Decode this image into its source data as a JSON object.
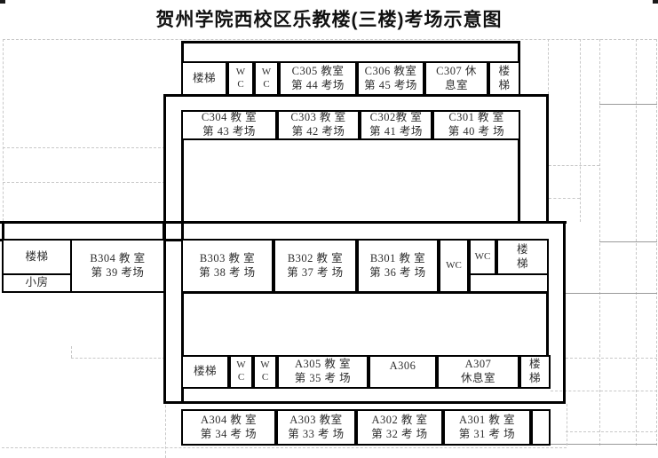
{
  "title": "贺州学院西校区乐教楼(三楼)考场示意图",
  "colors": {
    "wall": "#000000",
    "grid_dashed": "#c8c8c8",
    "grid_solid": "#9a9a9a",
    "text": "#2e2e2e"
  },
  "rooms": {
    "c_stairs_left": "楼梯",
    "c_wc1": "W\nC",
    "c_wc2": "W\nC",
    "c305": "C305 教室\n第 44 考场",
    "c306": "C306 教室\n第 45 考场",
    "c307": "C307 休\n息室",
    "c_stairs_right": "楼\n梯",
    "c304": "C304 教 室\n第 43 考场",
    "c303": "C303 教 室\n第 42 考场",
    "c302": "C302教 室\n第 41 考场",
    "c301": "C301 教 室\n第 40 考 场",
    "w_stairs": "楼梯",
    "w_small_room": "小房",
    "b304": "B304 教 室\n第 39 考场",
    "b303": "B303 教 室\n第 38 考 场",
    "b302": "B302 教 室\n第 37 考 场",
    "b301": "B301 教 室\n第 36 考 场",
    "b_wc1": "WC",
    "b_wc2": "WC",
    "b_stairs_right": "楼\n梯",
    "a_stairs_left": "楼梯",
    "a_wc1": "W\nC",
    "a_wc2": "W\nC",
    "a305": "A305 教 室\n第 35 考 场",
    "a306": "A306",
    "a307": "A307\n休息室",
    "a_stairs_right": "楼\n梯",
    "a304": "A304 教 室\n第 34 考 场",
    "a303": "A303 教室\n第 33 考 场",
    "a302": "A302 教 室\n第 32 考 场",
    "a301": "A301 教 室\n第 31 考 场"
  }
}
